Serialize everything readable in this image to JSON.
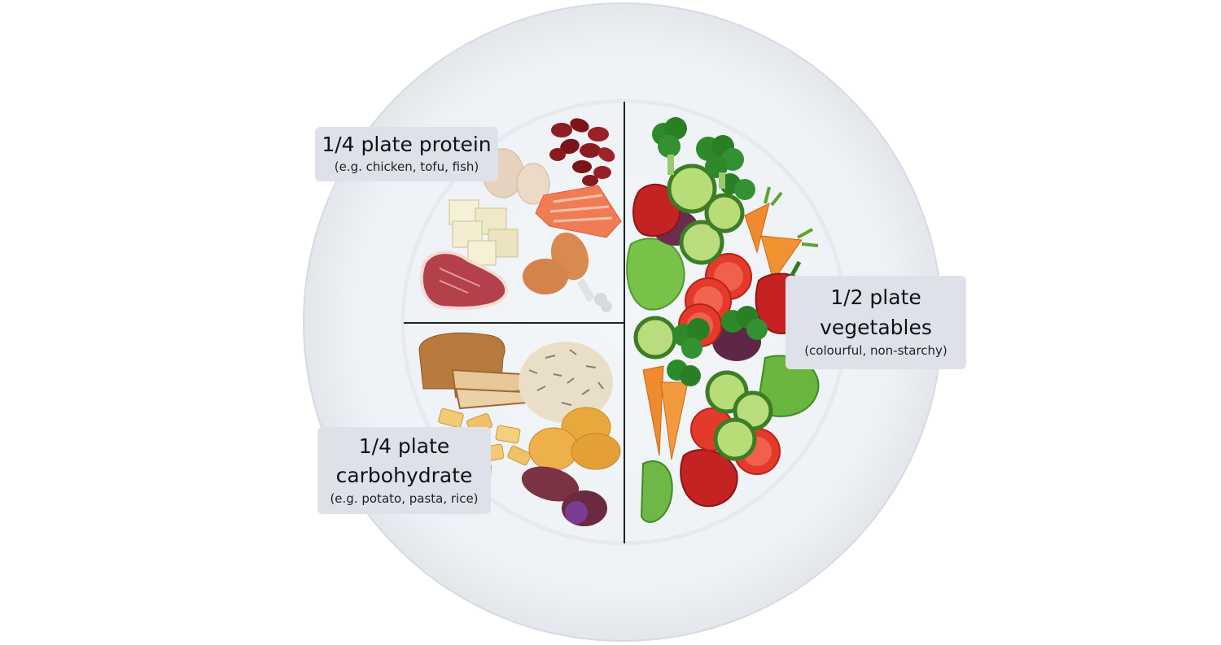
{
  "sections": {
    "protein": {
      "title": "1/4 plate protein",
      "subtitle": "(e.g. chicken, tofu, fish)",
      "foods": [
        "egg-icon",
        "kidney-beans-icon",
        "salmon-icon",
        "tofu-icon",
        "steak-icon",
        "chicken-drumstick-icon"
      ]
    },
    "carbohydrate": {
      "title_line1": "1/4 plate",
      "title_line2": "carbohydrate",
      "subtitle": "(e.g. potato, pasta, rice)",
      "foods": [
        "bread-icon",
        "rice-icon",
        "pasta-icon",
        "potato-icon",
        "sweet-potato-icon"
      ]
    },
    "vegetables": {
      "title_line1": "1/2 plate",
      "title_line2": "vegetables",
      "subtitle": "(colourful, non-starchy)",
      "foods": [
        "broccoli-icon",
        "cucumber-icon",
        "tomato-icon",
        "bell-pepper-icon",
        "carrot-icon",
        "lettuce-icon",
        "red-cabbage-icon"
      ]
    }
  },
  "colors": {
    "plate": "#f1f4f7",
    "plate_rim": "#d5d9de",
    "divider": "#222222",
    "label_background": "#dfe1ea"
  }
}
